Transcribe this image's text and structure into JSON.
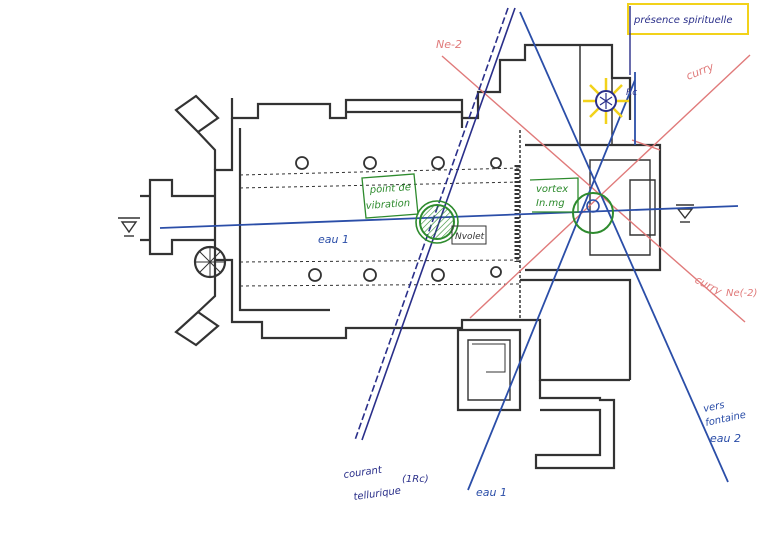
{
  "colors": {
    "paper": "#ffffff",
    "plan_ink": "#333333",
    "blue_ink": "#2b4ea8",
    "navy_ink": "#2a2f8a",
    "red_ink": "#e07a7a",
    "green_ink": "#2e8b2e",
    "yellow": "#f2d21a"
  },
  "labels": {
    "eau_1_axis": "eau 1",
    "eau_1_bottom": "eau 1",
    "eau_2": "eau 2",
    "eau_2_prefix_line1": "vers",
    "eau_2_prefix_line2": "fontaine",
    "point_line1": "point de",
    "point_line2": "vibration",
    "vortex_line1": "vortex",
    "vortex_line2": "In.mg",
    "nvolet": "Nvolet",
    "presence": "présence spirituelle",
    "rc": "Rc",
    "curry_top": "curry",
    "curry_bottom": "curry",
    "ne_top": "Ne-2",
    "ne_right": "Ne(-2)",
    "courant_line1": "courant",
    "courant_line2": "tellurique",
    "courant_paren": "(1Rc)"
  },
  "icons": {
    "sun": "sun-icon",
    "water_level_left": "water-level-icon",
    "water_level_right": "water-level-icon"
  }
}
